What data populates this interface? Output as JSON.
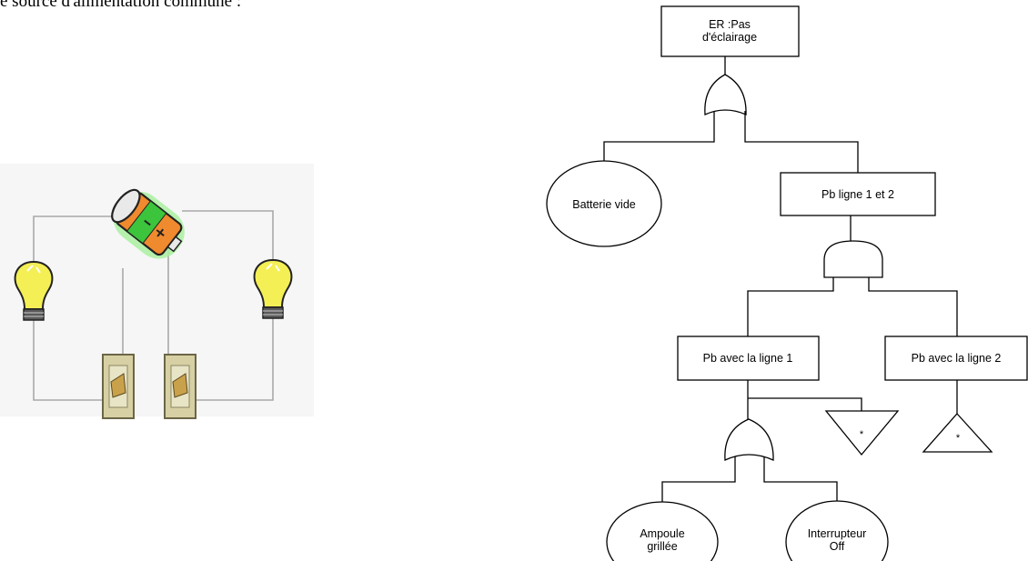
{
  "header": {
    "fragment": "e source d'alimentation commune :"
  },
  "tree": {
    "top_event": [
      "ER :Pas",
      "d'éclairage"
    ],
    "batterie_vide": "Batterie vide",
    "pb_lignes": "Pb ligne 1 et 2",
    "pb_ligne1": "Pb avec la ligne 1",
    "pb_ligne2": "Pb avec la ligne 2",
    "ampoule": [
      "Ampoule",
      "grillée"
    ],
    "interrupteur": [
      "Interrupteur",
      "Off"
    ],
    "transfer_symbol": "*"
  },
  "circuit": {
    "colors": {
      "wire": "#a8a8a8",
      "battery_body": "#f08a2e",
      "battery_stripe": "#3cc43c",
      "battery_glow": "#a9f0a0",
      "bulb": "#f4ef55",
      "bulb_base": "#5a5a5a",
      "switch_plate": "#d6d0a4",
      "switch_lever": "#c9a14a",
      "panel_bg": "#f6f6f6"
    }
  }
}
